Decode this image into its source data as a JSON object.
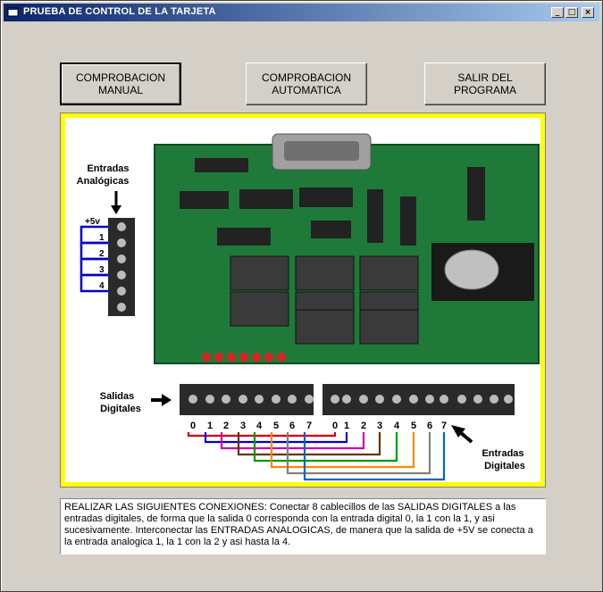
{
  "window": {
    "title": "PRUEBA DE CONTROL DE LA TARJETA",
    "min_glyph": "_",
    "max_glyph": "□",
    "close_glyph": "×"
  },
  "buttons": {
    "manual": "COMPROBACION\nMANUAL",
    "auto": "COMPROBACION\nAUTOMATICA",
    "exit": "SALIR DEL PROGRAMA"
  },
  "picture": {
    "label_analog_inputs_1": "Entradas",
    "label_analog_inputs_2": "Analógicas",
    "analog_terminals": [
      "+5v",
      "1",
      "2",
      "3",
      "4"
    ],
    "label_digital_outputs_1": "Salidas",
    "label_digital_outputs_2": "Digitales",
    "label_digital_inputs_1": "Entradas",
    "label_digital_inputs_2": "Digitales",
    "output_numbers": [
      "0",
      "1",
      "2",
      "3",
      "4",
      "5",
      "6",
      "7"
    ],
    "input_numbers": [
      "0",
      "1",
      "2",
      "3",
      "4",
      "5",
      "6",
      "7"
    ],
    "wire_colors": [
      "#cc0000",
      "#0000cc",
      "#cc00aa",
      "#663300",
      "#009900",
      "#ff8800",
      "#808080",
      "#0066cc"
    ]
  },
  "instructions": "REALIZAR LAS SIGUIENTES CONEXIONES:  Conectar 8 cablecillos de las SALIDAS DIGITALES  a las entradas digitales, de forma que la salida 0 corresponda con la entrada digital 0, la 1 con la 1, y asi  sucesivamente. Interconectar las ENTRADAS ANALOGICAS, de manera que la salida de +5V se conecta a la entrada analogica 1, la 1 con la 2 y asi hasta la 4."
}
